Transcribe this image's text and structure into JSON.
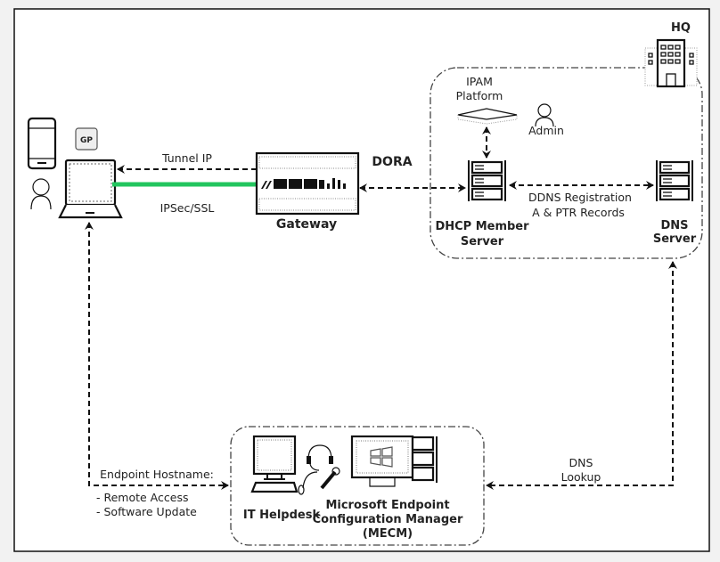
{
  "colors": {
    "tunnel": "#22c55e",
    "line": "#111111",
    "background": "#ffffff"
  },
  "endpoint": {
    "gp_badge": "GP",
    "tunnel_label": "Tunnel IP",
    "ipsec_label": "IPSec/SSL"
  },
  "gateway": {
    "label": "Gateway",
    "dora_label": "DORA"
  },
  "hq": {
    "label": "HQ",
    "ipam_line1": "IPAM",
    "ipam_line2": "Platform",
    "admin_label": "Admin",
    "dhcp_line1": "DHCP Member",
    "dhcp_line2": "Server",
    "dns_line1": "DNS",
    "dns_line2": "Server",
    "ddns_line1": "DDNS Registration",
    "ddns_line2": "A & PTR Records"
  },
  "management": {
    "hostname_label": "Endpoint Hostname:",
    "item1": "- Remote Access",
    "item2": "- Software Update",
    "helpdesk_label": "IT Helpdesk",
    "mecm_line1": "Microsoft Endpoint",
    "mecm_line2": "Configuration Manager",
    "mecm_line3": "(MECM)",
    "dns_lookup_line1": "DNS",
    "dns_lookup_line2": "Lookup"
  }
}
